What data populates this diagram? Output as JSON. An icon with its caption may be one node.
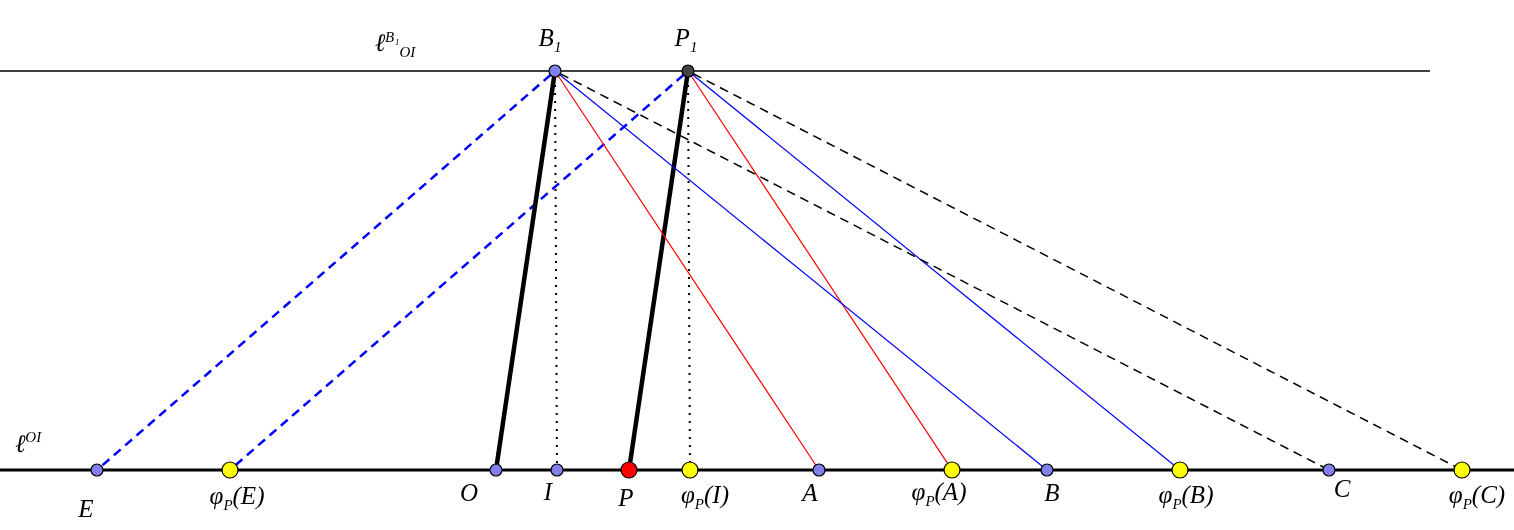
{
  "diagram": {
    "nodes": [
      {
        "text": [],
        "shape": "circle",
        "beside": [
          "B$_{1}$"
        ]
      },
      {
        "text": [],
        "shape": "circle",
        "beside": [
          "P$_{1}$"
        ]
      },
      {
        "text": [],
        "shape": "circle",
        "beside": [
          "E"
        ]
      },
      {
        "text": [],
        "shape": "circle",
        "beside": [
          "φ$_{P}$(E)"
        ]
      },
      {
        "text": [],
        "shape": "circle",
        "beside": [
          "O"
        ]
      },
      {
        "text": [],
        "shape": "circle",
        "beside": [
          "I"
        ]
      },
      {
        "text": [],
        "shape": "circle",
        "beside": [
          "P"
        ]
      },
      {
        "text": [],
        "shape": "circle",
        "beside": [
          "φ$_{P}$(I)"
        ]
      },
      {
        "text": [],
        "shape": "circle",
        "beside": [
          "A"
        ]
      },
      {
        "text": [],
        "shape": "circle",
        "beside": [
          "φ$_{P}$(A)"
        ]
      },
      {
        "text": [],
        "shape": "circle",
        "beside": [
          "B"
        ]
      },
      {
        "text": [],
        "shape": "circle",
        "beside": [
          "φ$_{P}$(B)"
        ]
      },
      {
        "text": [],
        "shape": "circle",
        "beside": [
          "C"
        ]
      },
      {
        "text": [],
        "shape": "circle",
        "beside": [
          "φ$_{P}$(C)"
        ]
      }
    ],
    "edges": [
      {
        "from": 0,
        "to": 2,
        "arrow": "none",
        "style": "dashed",
        "color": "#0000ff"
      },
      {
        "from": 1,
        "to": 3,
        "arrow": "none",
        "style": "dashed",
        "color": "#0000ff"
      },
      {
        "from": 0,
        "to": 4,
        "arrow": "none",
        "style": "thick"
      },
      {
        "from": 0,
        "to": 5,
        "arrow": "none",
        "style": "dashed"
      },
      {
        "from": 1,
        "to": 6,
        "arrow": "none",
        "style": "thick"
      },
      {
        "from": 1,
        "to": 7,
        "arrow": "none",
        "style": "dashed"
      },
      {
        "from": 0,
        "to": 8,
        "arrow": "none",
        "color": "#ff0000"
      },
      {
        "from": 1,
        "to": 9,
        "arrow": "none",
        "color": "#ff0000"
      },
      {
        "from": 0,
        "to": 10,
        "arrow": "none",
        "color": "#0000ff"
      },
      {
        "from": 1,
        "to": 11,
        "arrow": "none",
        "color": "#0000ff"
      },
      {
        "from": 0,
        "to": 12,
        "arrow": "none",
        "style": "dashed"
      },
      {
        "from": 1,
        "to": 13,
        "arrow": "none",
        "style": "dashed"
      }
    ],
    "labels": [
      "ℓ$^{B₁}$$_{OI}$",
      "ℓ$^{OI}$"
    ]
  }
}
